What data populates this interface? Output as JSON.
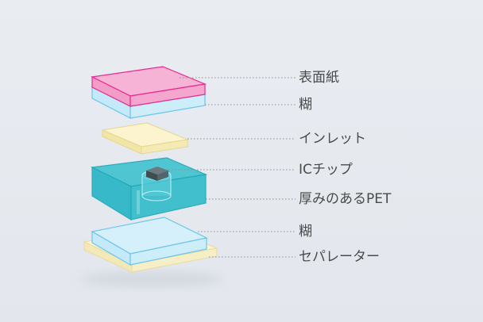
{
  "layers": [
    {
      "id": "surface-paper",
      "label": "表面紙",
      "color": "#e8298f"
    },
    {
      "id": "adhesive-top",
      "label": "糊",
      "color": "#7fd0f0"
    },
    {
      "id": "inlet",
      "label": "インレット",
      "color": "#efe3a0"
    },
    {
      "id": "ic-chip",
      "label": "ICチップ",
      "color": "#4a5a60"
    },
    {
      "id": "thick-pet",
      "label": "厚みのあるPET",
      "color": "#2ab7c6"
    },
    {
      "id": "adhesive-bottom",
      "label": "糊",
      "color": "#7fd0f0"
    },
    {
      "id": "separator",
      "label": "セパレーター",
      "color": "#f3eab8"
    }
  ]
}
